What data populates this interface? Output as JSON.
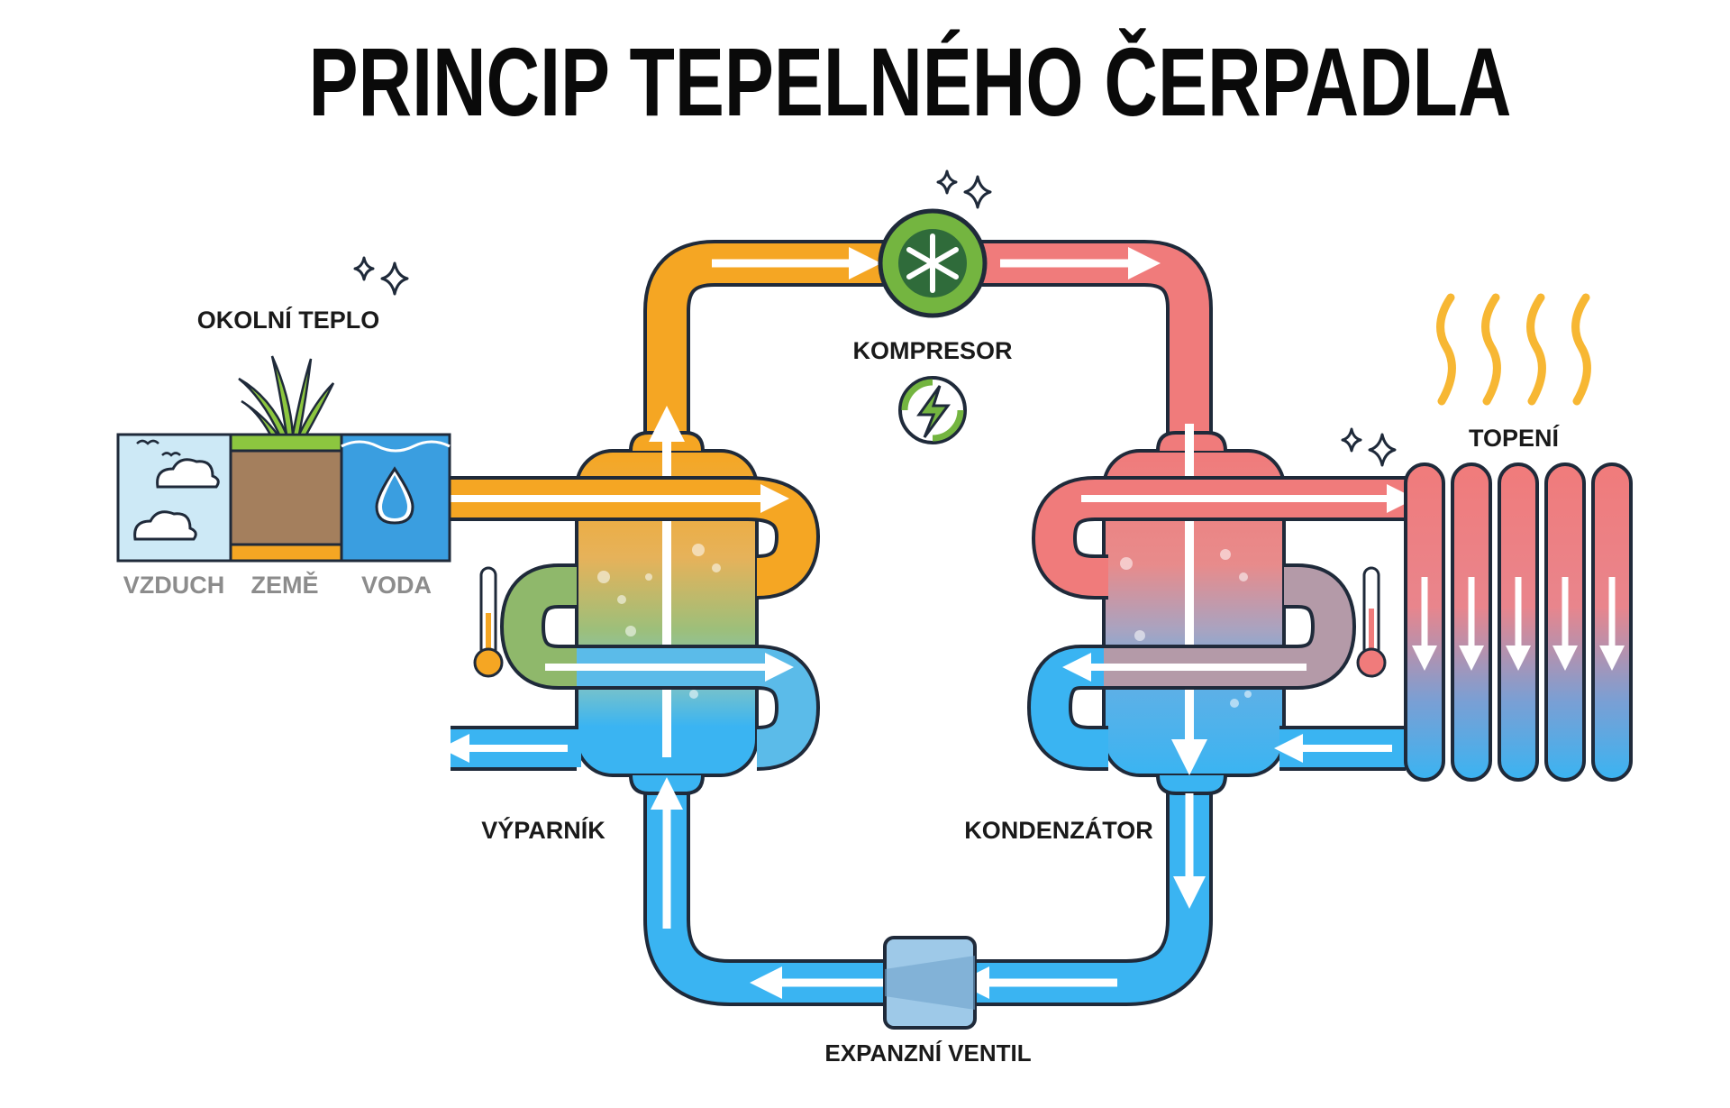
{
  "title": "PRINCIP TEPELNÉHO ČERPADLA",
  "labels": {
    "ambient_heat": "OKOLNÍ TEPLO",
    "air": "VZDUCH",
    "earth": "ZEMĚ",
    "water": "VODA",
    "compressor": "KOMPRESOR",
    "heating": "TOPENÍ",
    "evaporator": "VÝPARNÍK",
    "condenser": "KONDENZÁTOR",
    "expansion_valve": "EXPANZNÍ VENTIL"
  },
  "colors": {
    "title": "#0a0a0a",
    "label": "#1a1a1a",
    "source_label": "#8c8c8c",
    "outline": "#1f2a3a",
    "hot_orange": "#f5a623",
    "warm_red": "#f07b7b",
    "cold_blue": "#3aaaf0",
    "green": "#8fb86b",
    "mauve": "#b49aa8",
    "compressor_green": "#74b540",
    "sky": "#cde9f6",
    "soil": "#a47f5d",
    "grass": "#8cc63f",
    "water": "#3a9ee0",
    "heat_wave": "#f7b733",
    "valve": "#9ec9e8"
  },
  "icons": [
    "cloud-icon",
    "bird-icon",
    "grass-icon",
    "water-drop-icon",
    "sparkle-icon",
    "fan-icon",
    "lightning-icon",
    "thermometer-icon",
    "heat-wave-icon",
    "radiator-icon"
  ]
}
